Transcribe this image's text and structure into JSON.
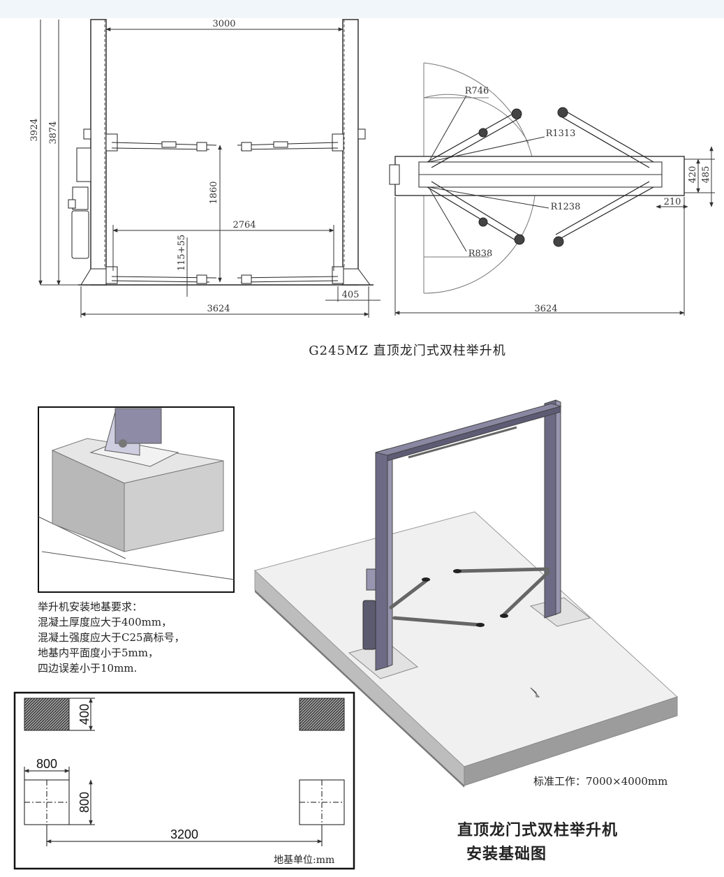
{
  "header": {
    "bar_color": "#f1f6fb"
  },
  "front_view": {
    "dims": {
      "top_width": "3000",
      "total_height": "3924",
      "post_height": "3874",
      "lift_height": "1860",
      "arm_span": "2764",
      "min_height": "115+55",
      "base_offset": "405",
      "overall_width": "3624"
    }
  },
  "top_view": {
    "dims": {
      "r1": "R746",
      "r2": "R1313",
      "r3": "R1238",
      "r4": "R838",
      "w420": "420",
      "w485": "485",
      "w210": "210",
      "overall_width": "3624"
    }
  },
  "model_title": "G245MZ 直顶龙门式双柱举升机",
  "requirements": {
    "title": "举升机安装地基要求：",
    "lines": [
      "混凝土厚度应大于400mm，",
      "混凝土强度应大于C25高标号，",
      "地基内平面度小于5mm，",
      "四边误差小于10mm."
    ]
  },
  "foundation_plan": {
    "dims": {
      "d400": "400",
      "d800h": "800",
      "d800v": "800",
      "d3200": "3200"
    },
    "unit": "地基单位:mm"
  },
  "iso_view": {
    "size_caption": "标准工作：7000×4000mm"
  },
  "drawing_title": {
    "line1": "直顶龙门式双柱举升机",
    "line2": "安装基础图"
  }
}
